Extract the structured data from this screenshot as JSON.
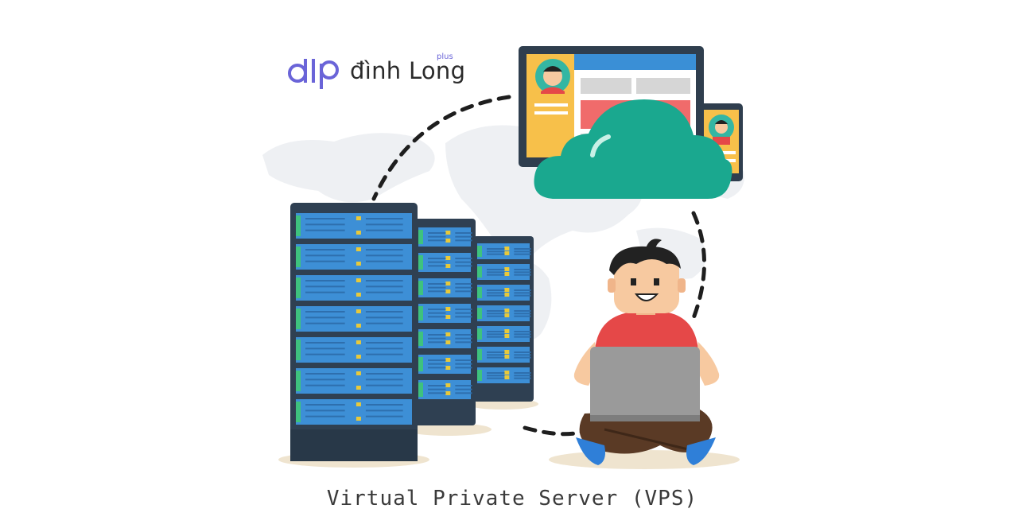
{
  "brand": {
    "name": "đình Long",
    "tag": "plus",
    "colors": {
      "mark": "#6a64d8",
      "text": "#2b2b2b"
    }
  },
  "illustration": {
    "caption": "Virtual Private Server (VPS)",
    "icons": [
      "server-rack-icon",
      "cloud-icon",
      "monitor-icon",
      "phone-icon",
      "person-with-laptop-icon",
      "world-map-icon"
    ],
    "colors": {
      "server_body": "#2f4052",
      "server_panel": "#3d8fd6",
      "server_led": "#e8c93a",
      "server_indicator": "#3ec27e",
      "cloud": "#1aa88f",
      "monitor_header": "#3a8fd6",
      "monitor_sidebar": "#f7c04a",
      "monitor_accent": "#f06b6b",
      "shirt": "#e54848",
      "pants": "#5a3a25",
      "shoes": "#2f7fd8",
      "laptop": "#9a9a9a",
      "skin": "#f7c9a0",
      "hair": "#222222"
    }
  }
}
